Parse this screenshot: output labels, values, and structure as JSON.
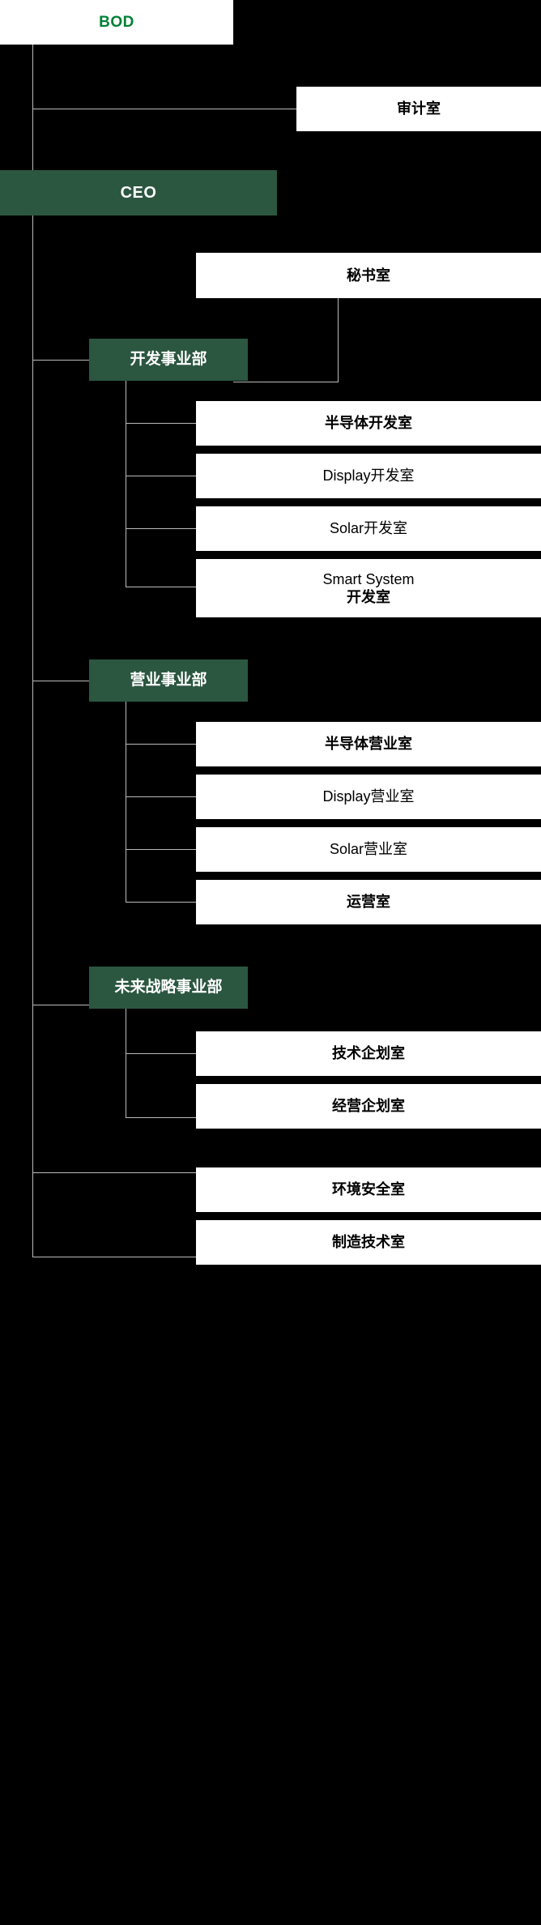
{
  "chart_data": {
    "type": "diagram",
    "title": "Organization Chart",
    "subtype": "org-chart",
    "colors": {
      "background": "#000000",
      "node_fill_white": "#ffffff",
      "node_fill_green": "#2b5640",
      "root_text": "#008037",
      "connector": "#b9bcb9",
      "green_node_text": "#ffffff",
      "white_node_text": "#000000"
    },
    "root": "BOD",
    "nodes": [
      {
        "id": "bod",
        "label": "BOD",
        "level": 0,
        "style": "root-white"
      },
      {
        "id": "audit",
        "label": "审计室",
        "level": 1,
        "style": "white",
        "parent": "bod"
      },
      {
        "id": "ceo",
        "label": "CEO",
        "level": 1,
        "style": "green",
        "parent": "bod"
      },
      {
        "id": "sec",
        "label": "秘书室",
        "level": 2,
        "style": "white",
        "parent": "ceo"
      },
      {
        "id": "dev",
        "label": "开发事业部",
        "level": 2,
        "style": "green",
        "parent": "ceo"
      },
      {
        "id": "dev1",
        "label": "半导体开发室",
        "level": 3,
        "style": "white",
        "parent": "dev"
      },
      {
        "id": "dev2",
        "label": "Display开发室",
        "level": 3,
        "style": "white-light",
        "parent": "dev"
      },
      {
        "id": "dev3",
        "label": "Solar开发室",
        "level": 3,
        "style": "white-light",
        "parent": "dev"
      },
      {
        "id": "dev4",
        "label": "Smart System 开发室",
        "level": 3,
        "style": "white-two-line",
        "parent": "dev",
        "line1": "Smart System",
        "line2": "开发室"
      },
      {
        "id": "sal",
        "label": "营业事业部",
        "level": 2,
        "style": "green",
        "parent": "ceo"
      },
      {
        "id": "sal1",
        "label": "半导体营业室",
        "level": 3,
        "style": "white",
        "parent": "sal"
      },
      {
        "id": "sal2",
        "label": "Display营业室",
        "level": 3,
        "style": "white-light",
        "parent": "sal"
      },
      {
        "id": "sal3",
        "label": "Solar营业室",
        "level": 3,
        "style": "white-light",
        "parent": "sal"
      },
      {
        "id": "sal4",
        "label": "运营室",
        "level": 3,
        "style": "white",
        "parent": "sal"
      },
      {
        "id": "fut",
        "label": "未来战略事业部",
        "level": 2,
        "style": "green",
        "parent": "ceo"
      },
      {
        "id": "fut1",
        "label": "技术企划室",
        "level": 3,
        "style": "white",
        "parent": "fut"
      },
      {
        "id": "fut2",
        "label": "经营企划室",
        "level": 3,
        "style": "white",
        "parent": "fut"
      },
      {
        "id": "env",
        "label": "环境安全室",
        "level": 2,
        "style": "white",
        "parent": "ceo"
      },
      {
        "id": "mfg",
        "label": "制造技术室",
        "level": 2,
        "style": "white",
        "parent": "ceo"
      }
    ]
  },
  "nodes": {
    "bod": "BOD",
    "audit": "审计室",
    "ceo": "CEO",
    "secretary": "秘书室",
    "dev_division": "开发事业部",
    "dev_semiconductor": "半导体开发室",
    "dev_display": "Display开发室",
    "dev_solar": "Solar开发室",
    "dev_smart_line1": "Smart System",
    "dev_smart_line2": "开发室",
    "sales_division": "营业事业部",
    "sales_semiconductor": "半导体营业室",
    "sales_display": "Display营业室",
    "sales_solar": "Solar营业室",
    "sales_operation": "运营室",
    "future_division": "未来战略事业部",
    "future_tech_plan": "技术企划室",
    "future_mgmt_plan": "经营企划室",
    "env_safety": "环境安全室",
    "mfg_tech": "制造技术室"
  }
}
